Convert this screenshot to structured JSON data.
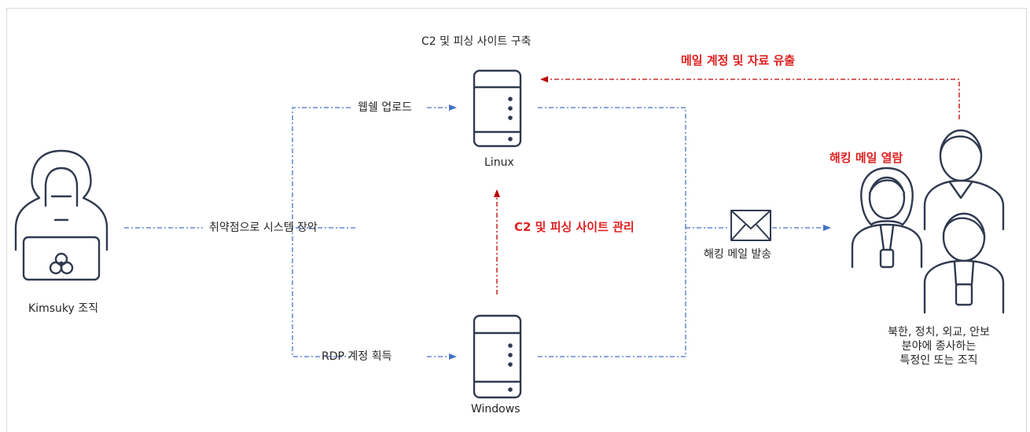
{
  "title": "C2 및 피싱 사이트 구축",
  "attacker": {
    "label": "Kimsuky 조직"
  },
  "servers": {
    "linux": "Linux",
    "windows": "Windows"
  },
  "edges": {
    "takeover": "취약점으로 시스템 장악",
    "webshell": "웹쉘 업로드",
    "rdp": "RDP 계정 획득",
    "manage": "C2 및 피싱 사이트 관리",
    "send_mail": "해킹 메일 발송",
    "open_mail": "해킹 메일 열람",
    "exfil": "메일 계정 및 자료 유출"
  },
  "victims": {
    "lines": [
      "북한, 정치, 외교, 안보",
      "분야에 종사하는",
      "특정인 또는 조직"
    ]
  },
  "colors": {
    "blue": "#4472c4",
    "red": "#e02020",
    "icon": "#2f3a4f"
  }
}
